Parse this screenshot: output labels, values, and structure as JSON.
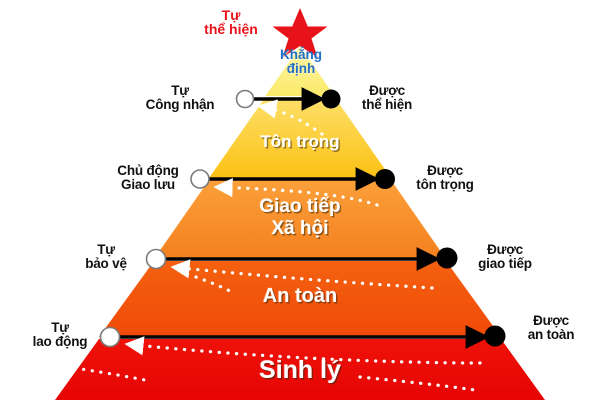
{
  "diagram": {
    "title_top": {
      "line1": "Tự",
      "line2": "thể hiện"
    },
    "apex_icon": "red-star-icon",
    "affirmation": {
      "line1": "Khẳng",
      "line2": "định"
    },
    "bands": [
      {
        "id": "ton-trong",
        "label": "Tôn trọng",
        "color": "#fdc81c"
      },
      {
        "id": "giao-tiep",
        "label_line1": "Giao tiếp",
        "label_line2": "Xã hội",
        "color": "#f7902a"
      },
      {
        "id": "an-toan",
        "label": "An toàn",
        "color": "#f2540c"
      },
      {
        "id": "sinh-ly",
        "label": "Sinh lý",
        "color": "#ec0606"
      },
      {
        "id": "khang-dinh",
        "label": "Khẳng định",
        "color": "#fcf07a"
      }
    ],
    "rows": [
      {
        "left_line1": "Tự",
        "left_line2": "Công nhận",
        "right_line1": "Được",
        "right_line2": "thể hiện"
      },
      {
        "left_line1": "Chủ động",
        "left_line2": "Giao lưu",
        "right_line1": "Được",
        "right_line2": "tôn trọng"
      },
      {
        "left_line1": "Tự",
        "left_line2": "bảo vệ",
        "right_line1": "Được",
        "right_line2": "giao tiếp"
      },
      {
        "left_line1": "Tự",
        "left_line2": "lao động",
        "right_line1": "Được",
        "right_line2": "an toàn"
      }
    ],
    "colors": {
      "star": "#e8131a",
      "top_text": "#e8131a",
      "affirm_text": "#1f6fc4",
      "band_yellow_light": "#fcf07a",
      "band_yellow": "#fdc81c",
      "band_orange": "#f7902a",
      "band_orange_deep": "#f2540c",
      "band_red": "#ec0606",
      "bar": "#000000",
      "node_open": "#ffffff",
      "node_filled": "#000000",
      "dotted_arrow": "#ffffff",
      "background": "#ffffff"
    }
  }
}
